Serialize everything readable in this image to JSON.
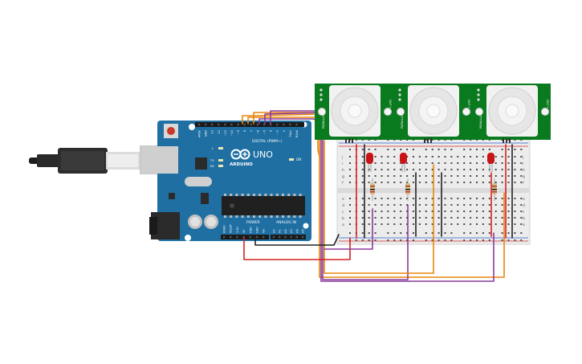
{
  "arduino": {
    "brand_text": "ARDUINO",
    "model_text": "UNO",
    "digital_header_label": "DIGITAL (PWM~)",
    "power_label": "POWER",
    "analog_label": "ANALOG IN",
    "on_label": "ON",
    "tx_label": "TX",
    "rx_label": "RX",
    "l_label": "L",
    "digital_pins": [
      "AREF",
      "GND",
      "13",
      "12",
      "~11",
      "~10",
      "~9",
      "8",
      "7",
      "~6",
      "~5",
      "4",
      "~3",
      "2",
      "TX▸1",
      "RX◂0"
    ],
    "power_pins": [
      "IOREF",
      "RESET",
      "3.3V",
      "5V",
      "GND",
      "GND",
      "Vin"
    ],
    "analog_pins": [
      "A0",
      "A1",
      "A2",
      "A3",
      "A4",
      "A5"
    ]
  },
  "pir_sensors": [
    {
      "side_label": "PARALLAX",
      "pins_label": "OUT + -"
    },
    {
      "side_label": "PARALLAX",
      "pins_label": "OUT + -"
    },
    {
      "side_label": "PARALLAX",
      "pins_label": "OUT + -"
    }
  ],
  "breadboard": {
    "row_labels_top": [
      "j",
      "i",
      "h",
      "g",
      "f"
    ],
    "row_labels_bottom": [
      "e",
      "d",
      "c",
      "b",
      "a"
    ]
  },
  "colors": {
    "board": "#1f6fa3",
    "pir_pcb": "#0a7a1f",
    "wire_orange": "#e8860c",
    "wire_purple": "#8a3c9a",
    "wire_red": "#d82020",
    "wire_black": "#222222",
    "led_red": "#c81414"
  }
}
